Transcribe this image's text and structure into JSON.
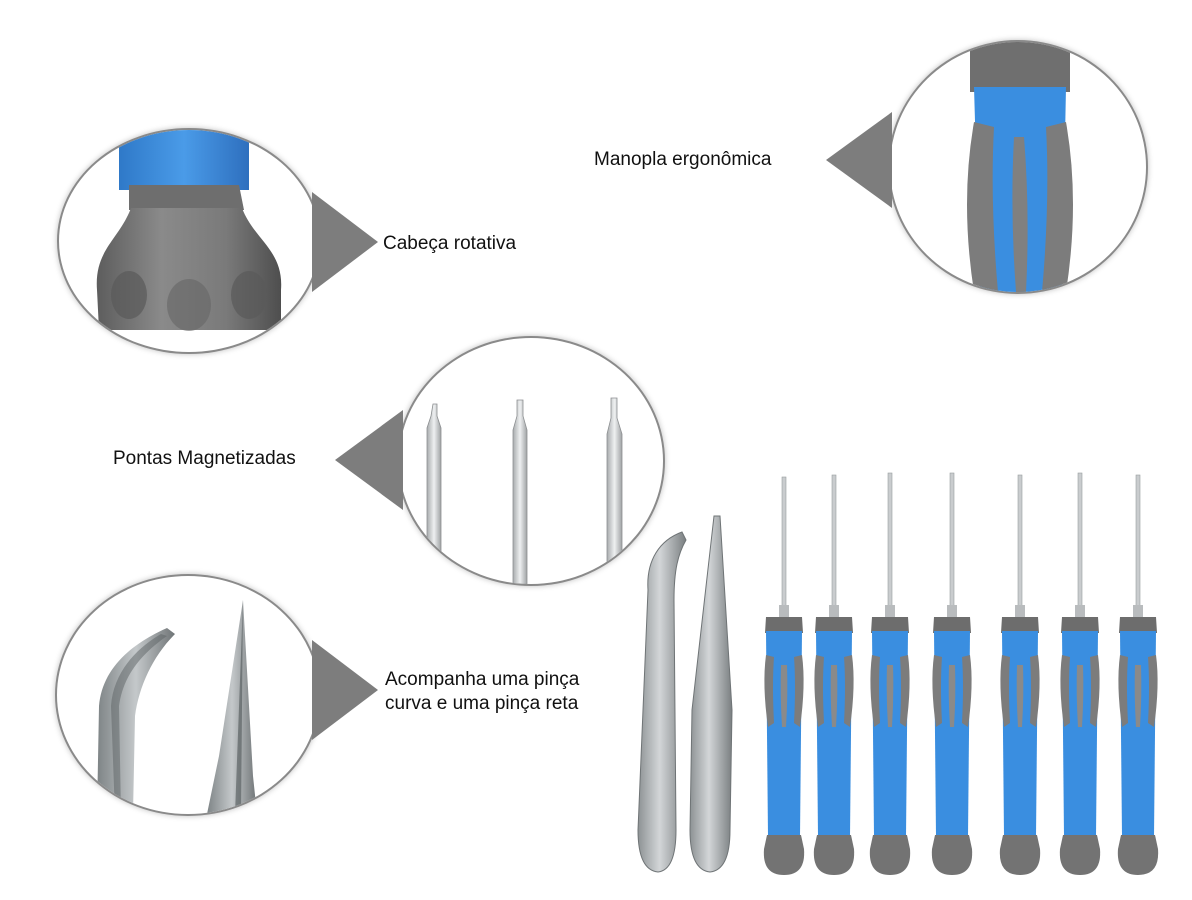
{
  "labels": {
    "rotating_head": "Cabeça rotativa",
    "ergonomic_grip": "Manopla ergonômica",
    "magnetized_tips": "Pontas Magnetizadas",
    "tweezers_line1": "Acompanha uma pinça",
    "tweezers_line2": "curva e uma pinça reta"
  },
  "colors": {
    "handle_blue": "#3a8ee0",
    "handle_gray": "#7c7c7c",
    "steel": "#c9ccce",
    "pointer_gray": "#7d7d7d"
  },
  "screwdriver_count": 7,
  "tweezer_types": [
    "curved",
    "straight"
  ]
}
